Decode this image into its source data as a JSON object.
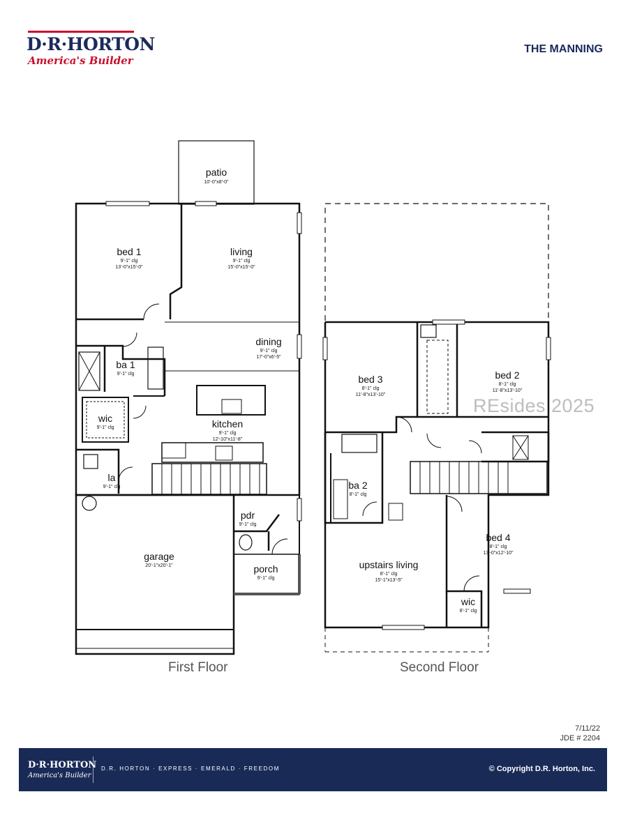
{
  "brand": {
    "name": "D·R·HORTON",
    "tagline": "America's Builder"
  },
  "plan_title": "THE MANNING",
  "first_floor": {
    "label": "First Floor",
    "rooms": [
      {
        "key": "patio",
        "name": "patio",
        "lines": [
          "10'-0\"x8'-0\""
        ]
      },
      {
        "key": "bed1",
        "name": "bed 1",
        "lines": [
          "9'-1\" clg",
          "13'-0\"x15'-0\""
        ]
      },
      {
        "key": "living",
        "name": "living",
        "lines": [
          "9'-1\" clg",
          "15'-0\"x15'-0\""
        ]
      },
      {
        "key": "dining",
        "name": "dining",
        "lines": [
          "9'-1\" clg",
          "17'-0\"x6'-5\""
        ]
      },
      {
        "key": "ba1",
        "name": "ba 1",
        "lines": [
          "9'-1\" clg"
        ]
      },
      {
        "key": "wic",
        "name": "wic",
        "lines": [
          "9'-1\" clg"
        ]
      },
      {
        "key": "kitchen",
        "name": "kitchen",
        "lines": [
          "9'-1\" clg",
          "12'-10\"x11'-8\""
        ]
      },
      {
        "key": "la",
        "name": "la",
        "lines": [
          "9'-1\" clg"
        ]
      },
      {
        "key": "pdr",
        "name": "pdr",
        "lines": [
          "9'-1\" clg"
        ]
      },
      {
        "key": "garage",
        "name": "garage",
        "lines": [
          "20'-1\"x20'-1\""
        ]
      },
      {
        "key": "porch",
        "name": "porch",
        "lines": [
          "9'-1\" clg"
        ]
      }
    ]
  },
  "second_floor": {
    "label": "Second Floor",
    "rooms": [
      {
        "key": "bed3",
        "name": "bed 3",
        "lines": [
          "8'-1\" clg",
          "11'-8\"x13'-10\""
        ]
      },
      {
        "key": "bed2",
        "name": "bed 2",
        "lines": [
          "8'-1\" clg",
          "11'-8\"x13'-10\""
        ]
      },
      {
        "key": "ba2",
        "name": "ba 2",
        "lines": [
          "8'-1\" clg"
        ]
      },
      {
        "key": "bed4",
        "name": "bed 4",
        "lines": [
          "8'-1\" clg",
          "13'-0\"x12'-10\""
        ]
      },
      {
        "key": "upstairs",
        "name": "upstairs living",
        "lines": [
          "8'-1\" clg",
          "15'-1\"x13'-5\""
        ]
      },
      {
        "key": "wic2",
        "name": "wic",
        "lines": [
          "8'-1\" clg"
        ]
      }
    ]
  },
  "watermark": "REsides 2025",
  "meta": {
    "date": "7/11/22",
    "jde": "JDE # 2204"
  },
  "footer": {
    "name": "D·R·HORTON",
    "tagline": "America's Builder",
    "brands": "D.R. HORTON · EXPRESS · EMERALD · FREEDOM",
    "copyright": "© Copyright D.R. Horton, Inc."
  }
}
